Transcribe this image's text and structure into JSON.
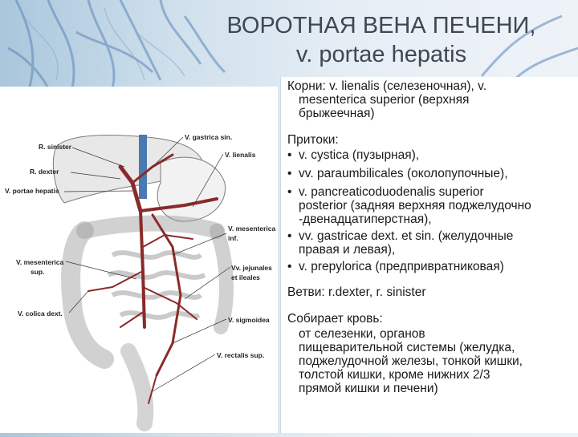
{
  "title": {
    "line1": "ВОРОТНАЯ ВЕНА ПЕЧЕНИ,",
    "line2": "v. portae hepatis"
  },
  "roots": {
    "line1": "Корни: v. lienalis (селезеночная), v.",
    "line2": "mesenterica superior (верхняя",
    "line3": "брыжеечная)"
  },
  "tributaries": {
    "heading": "Притоки:",
    "bullet": "•",
    "items": [
      {
        "lines": [
          "v. cystica (пузырная),"
        ]
      },
      {
        "lines": [
          "vv. paraumbilicales (околопупочные),"
        ]
      },
      {
        "lines": [
          "v. pancreaticoduodenalis superior",
          "posterior (задняя верхняя поджелудочно",
          "-двенадцатиперстная),"
        ]
      },
      {
        "lines": [
          "vv. gastricae dext. et sin. (желудочные",
          "правая и левая),"
        ]
      },
      {
        "lines": [
          "v. prepylorica (предпривратниковая)"
        ]
      }
    ]
  },
  "branches": {
    "text": "Ветви:  r.dexter, r. sinister"
  },
  "collects": {
    "heading": "Собирает кровь:",
    "lines": [
      "от селезенки, органов",
      "пищеварительной системы (желудка,",
      "поджелудочной железы, тонкой кишки,",
      "толстой кишки, кроме нижних 2/3",
      "прямой кишки и печени)"
    ]
  },
  "figure_labels": {
    "r_sinister": "R. sinister",
    "r_dexter": "R. dexter",
    "v_portae": "V. portae hepatis",
    "v_gastrica_sin": "V. gastrica sin.",
    "v_lienalis": "V. lienalis",
    "v_mesenterica_inf_1": "V. mesenterica",
    "v_mesenterica_inf_2": "inf.",
    "v_mesenterica_sup_1": "V. mesenterica",
    "v_mesenterica_sup_2": "sup.",
    "vv_jejunales_1": "Vv. jejunales",
    "vv_jejunales_2": "et ileales",
    "v_colica_dext": "V. colica dext.",
    "v_sigmoidea": "V. sigmoidea",
    "v_rectalis_sup": "V. rectalis sup."
  }
}
